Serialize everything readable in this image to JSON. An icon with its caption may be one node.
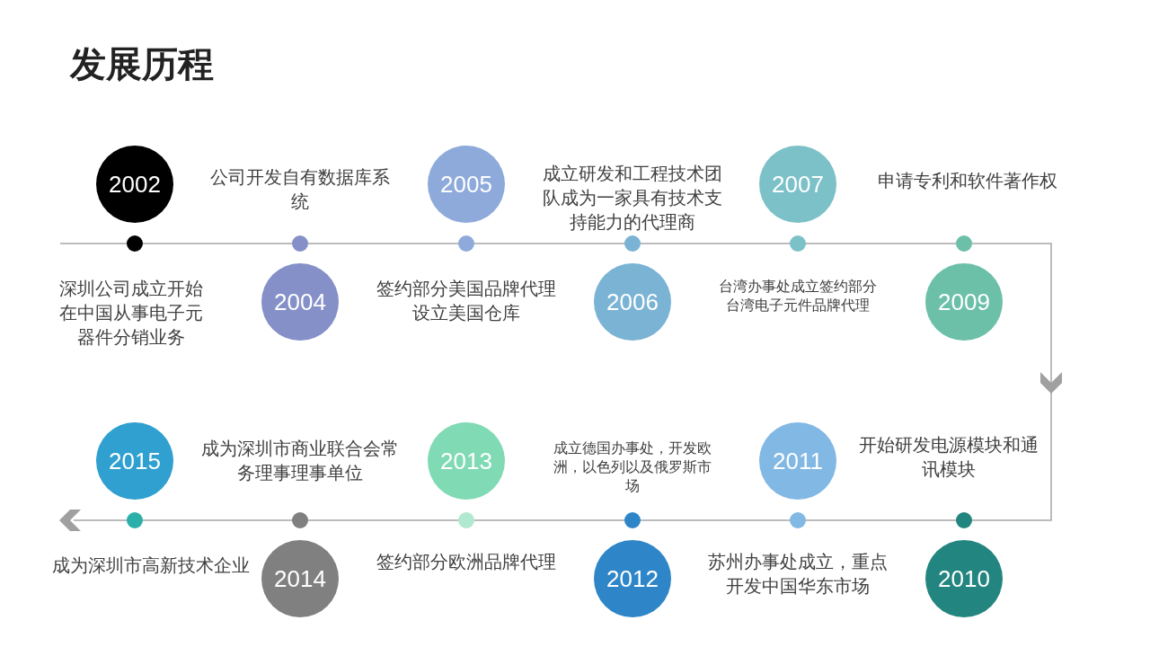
{
  "diagram": {
    "title": "发展历程",
    "nodes": [
      {
        "text": [
          "2002"
        ]
      },
      {
        "text": [
          "2004"
        ]
      },
      {
        "text": [
          "2005"
        ]
      },
      {
        "text": [
          "2006"
        ]
      },
      {
        "text": [
          "2007"
        ]
      },
      {
        "text": [
          "2009"
        ]
      },
      {
        "text": [
          "2010"
        ]
      },
      {
        "text": [
          "2011"
        ]
      },
      {
        "text": [
          "2012"
        ]
      },
      {
        "text": [
          "2013"
        ]
      },
      {
        "text": [
          "2014"
        ]
      },
      {
        "text": [
          "2015"
        ]
      }
    ],
    "labels": [
      "公司开发自有数据库系统",
      "成立研发和工程技术团队成为一家具有技术支持能力的代理商",
      "申请专利和软件著作权",
      "深圳公司成立开始在中国从事电子元器件分销业务",
      "签约部分美国品牌代理设立美国仓库",
      "台湾办事处成立签约部分台湾电子元件品牌代理",
      "成为深圳市商业联合会常务理事理事单位",
      "成立德国办事处，开发欧洲，以色列以及俄罗斯市场",
      "开始研发电源模块和通讯模块",
      "成为深圳市高新技术企业",
      "签约部分欧洲品牌代理",
      "苏州办事处成立，重点开发中国华东市场"
    ]
  }
}
